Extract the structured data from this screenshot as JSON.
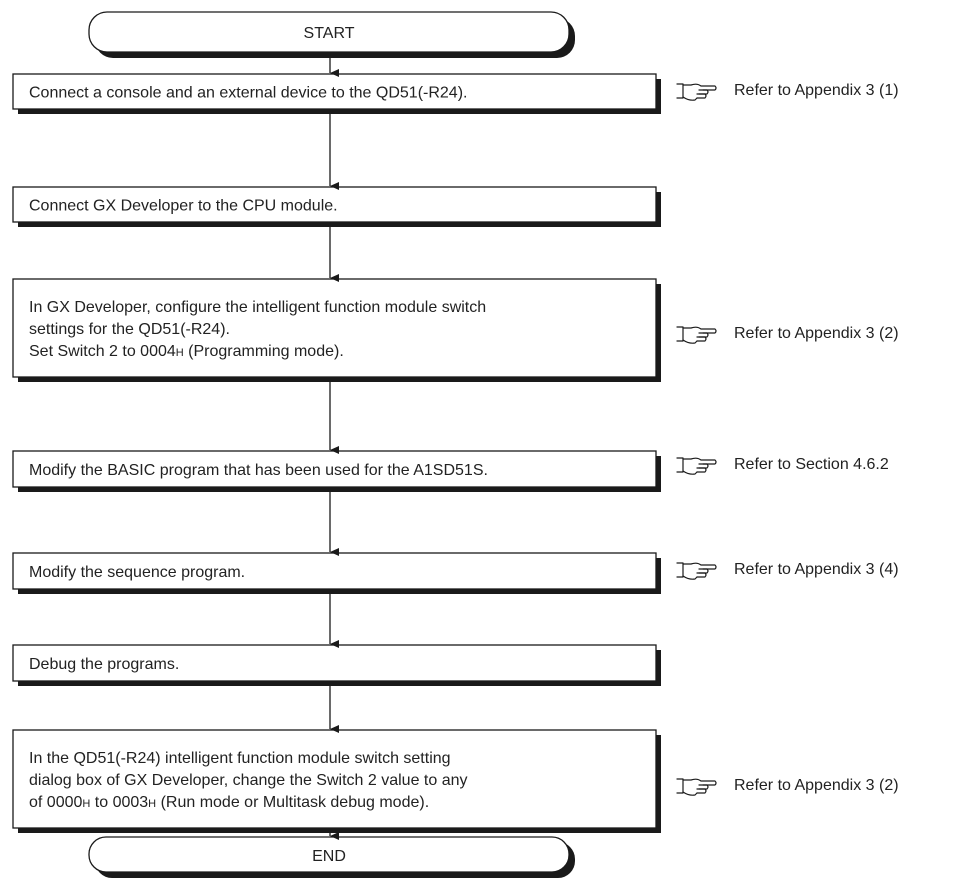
{
  "flow": {
    "start": "START",
    "end": "END",
    "steps": [
      {
        "lines": [
          [
            {
              "t": "Connect a console and an external device to the QD51(-R24)."
            }
          ]
        ],
        "ref": "Refer to Appendix 3 (1)"
      },
      {
        "lines": [
          [
            {
              "t": "Connect GX Developer to the CPU module."
            }
          ]
        ],
        "ref": ""
      },
      {
        "lines": [
          [
            {
              "t": "In GX Developer, configure the intelligent function module switch"
            }
          ],
          [
            {
              "t": "settings for the QD51(-R24)."
            }
          ],
          [
            {
              "t": "Set Switch 2 to 0004"
            },
            {
              "t": "H",
              "sub": true
            },
            {
              "t": " (Programming mode)."
            }
          ]
        ],
        "ref": "Refer to Appendix 3 (2)"
      },
      {
        "lines": [
          [
            {
              "t": "Modify the BASIC program that has been used for the A1SD51S."
            }
          ]
        ],
        "ref": "Refer to Section 4.6.2"
      },
      {
        "lines": [
          [
            {
              "t": "Modify the sequence program."
            }
          ]
        ],
        "ref": "Refer to Appendix 3 (4)"
      },
      {
        "lines": [
          [
            {
              "t": "Debug the programs."
            }
          ]
        ],
        "ref": ""
      },
      {
        "lines": [
          [
            {
              "t": "In the QD51(-R24) intelligent function module switch setting"
            }
          ],
          [
            {
              "t": "dialog box of GX Developer, change the Switch 2 value to any"
            }
          ],
          [
            {
              "t": "of 0000"
            },
            {
              "t": "H",
              "sub": true
            },
            {
              "t": " to 0003"
            },
            {
              "t": "H",
              "sub": true
            },
            {
              "t": " (Run mode or Multitask debug mode)."
            }
          ]
        ],
        "ref": "Refer to Appendix 3 (2)"
      }
    ]
  },
  "icons": {
    "ref": "pointing-hand-icon"
  },
  "colors": {
    "line": "#1a1a1a",
    "shadow": "#1a1a1a",
    "box_fill": "#ffffff",
    "text": "#222222"
  }
}
